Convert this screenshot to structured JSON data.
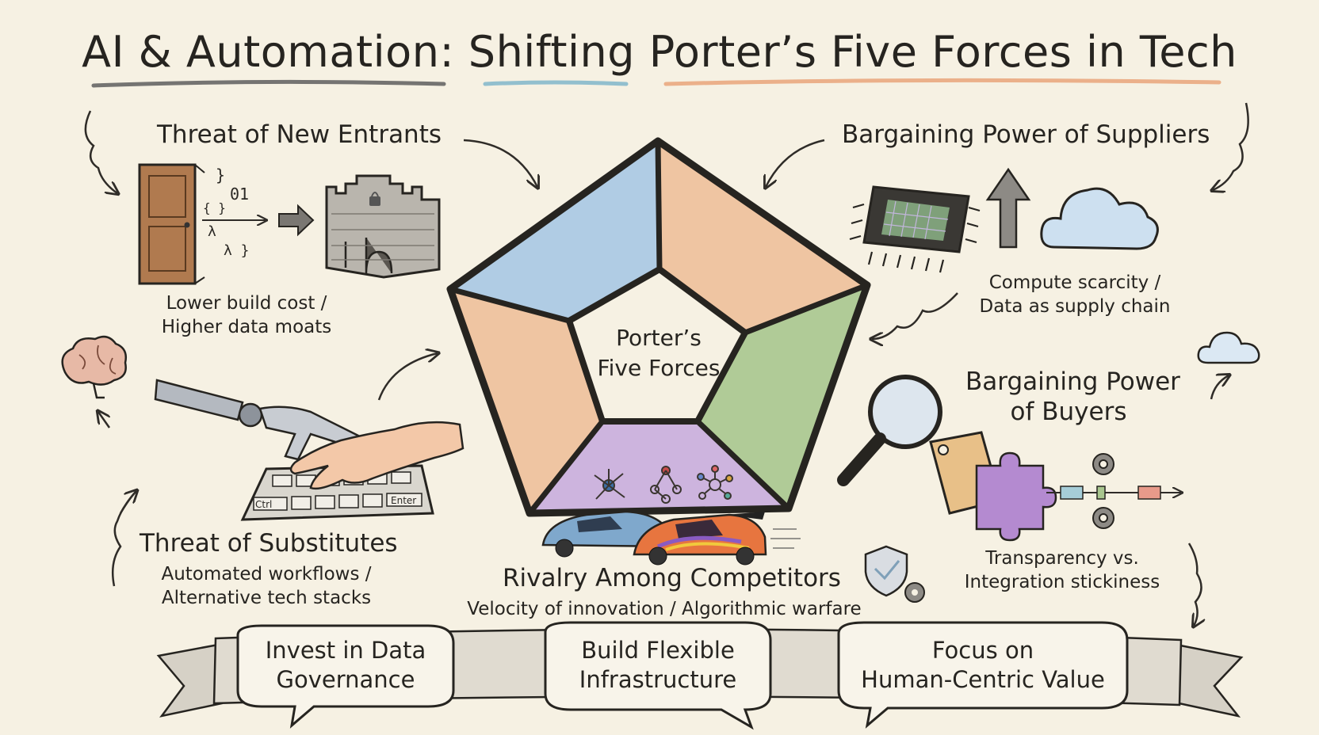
{
  "title": "AI & Automation: Shifting Porter’s Five Forces in Tech",
  "center": {
    "line1": "Porter’s",
    "line2": "Five Forces"
  },
  "forces": {
    "new_entrants": {
      "heading": "Threat of New Entrants",
      "line1": "Lower build cost /",
      "line2": "Higher data moats"
    },
    "suppliers": {
      "heading": "Bargaining Power of Suppliers",
      "line1": "Compute scarcity /",
      "line2": "Data as supply chain"
    },
    "buyers": {
      "heading_line1": "Bargaining Power",
      "heading_line2": "of Buyers",
      "line1": "Transparency vs.",
      "line2": "Integration stickiness"
    },
    "substitutes": {
      "heading": "Threat of Substitutes",
      "line1": "Automated workflows /",
      "line2": "Alternative tech stacks"
    },
    "rivalry": {
      "heading": "Rivalry Among Competitors",
      "line1": "Velocity of innovation / Algorithmic warfare"
    }
  },
  "code_snippet": {
    "line1": "}",
    "line2": "01",
    "line3": "{ }",
    "line4": "λ",
    "line5": "λ }"
  },
  "keyboard": {
    "ctrl": "Ctrl",
    "enter": "Enter"
  },
  "recommendations": [
    {
      "line1": "Invest in Data",
      "line2": "Governance"
    },
    {
      "line1": "Build Flexible",
      "line2": "Infrastructure"
    },
    {
      "line1": "Focus on",
      "line2": "Human-Centric Value"
    }
  ],
  "colors": {
    "background": "#f6f1e3",
    "blue_segment": "#a9c8e3",
    "orange_segment": "#eec09a",
    "green_segment": "#a9c68e",
    "purple_segment": "#c9addd",
    "outline": "#262420"
  }
}
